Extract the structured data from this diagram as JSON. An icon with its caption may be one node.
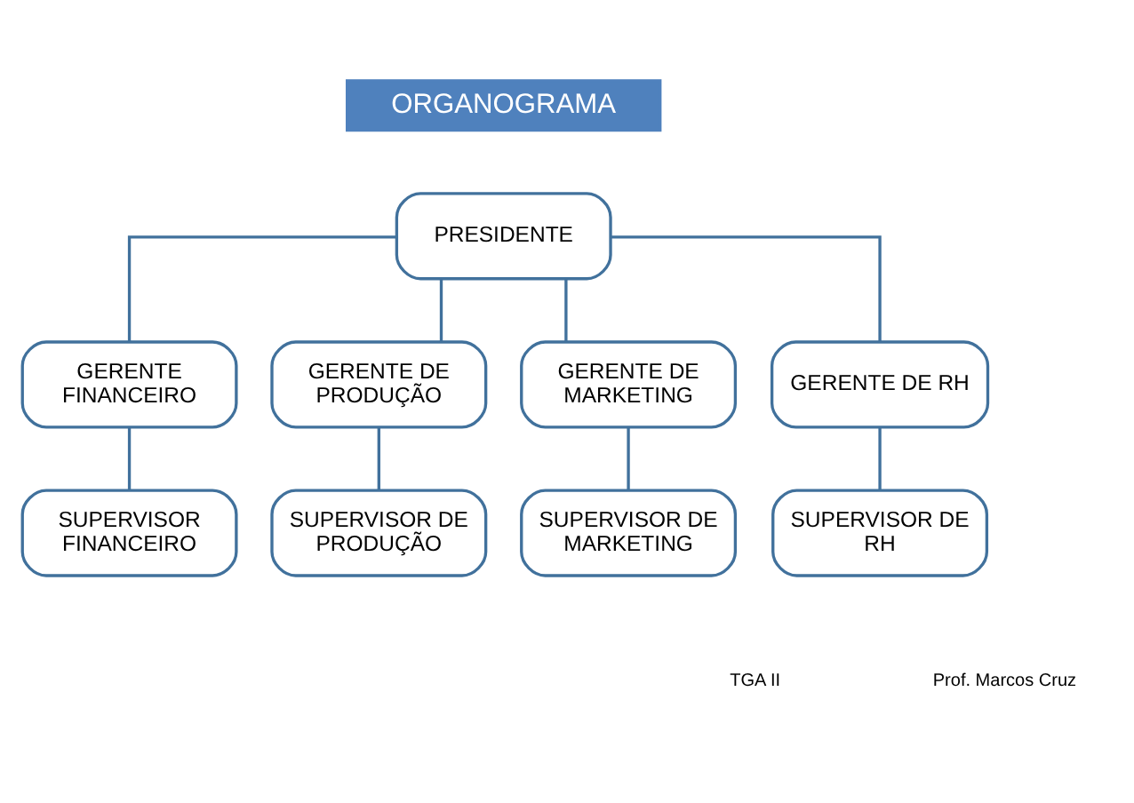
{
  "diagram": {
    "title": "ORGANOGRAMA",
    "nodes": [
      {
        "text": [
          "PRESIDENTE"
        ]
      },
      {
        "text": [
          "GERENTE FINANCEIRO"
        ]
      },
      {
        "text": [
          "GERENTE DE PRODUÇÃO"
        ]
      },
      {
        "text": [
          "GERENTE DE MARKETING"
        ]
      },
      {
        "text": [
          "GERENTE DE RH"
        ]
      },
      {
        "text": [
          "SUPERVISOR FINANCEIRO"
        ]
      },
      {
        "text": [
          "SUPERVISOR DE PRODUÇÃO"
        ]
      },
      {
        "text": [
          "SUPERVISOR DE MARKETING"
        ]
      },
      {
        "text": [
          "SUPERVISOR DE RH"
        ]
      }
    ],
    "edges": [
      {
        "from": 0,
        "to": 1,
        "arrow": "none"
      },
      {
        "from": 0,
        "to": 2,
        "arrow": "none"
      },
      {
        "from": 0,
        "to": 3,
        "arrow": "none"
      },
      {
        "from": 0,
        "to": 4,
        "arrow": "none"
      },
      {
        "from": 1,
        "to": 5,
        "arrow": "none"
      },
      {
        "from": 2,
        "to": 6,
        "arrow": "none"
      },
      {
        "from": 3,
        "to": 7,
        "arrow": "none"
      },
      {
        "from": 4,
        "to": 8,
        "arrow": "none"
      }
    ],
    "labels": [
      "TGA II",
      "Prof. Marcos Cruz"
    ]
  }
}
